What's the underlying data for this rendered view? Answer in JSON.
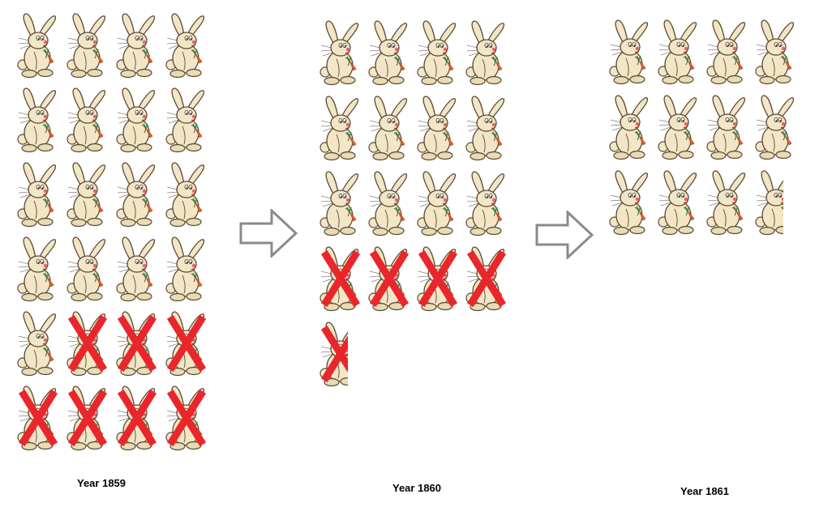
{
  "years": [
    {
      "label": "Year 1859",
      "total": 24,
      "crossed": 7,
      "partial_last": false
    },
    {
      "label": "Year 1860",
      "total": 17,
      "crossed": 5,
      "partial_last": true
    },
    {
      "label": "Year 1861",
      "total": 12,
      "crossed": 0,
      "partial_last": true
    }
  ],
  "colors": {
    "rabbit_fill": "#f2e6c6",
    "rabbit_outline": "#5a4a35",
    "cross": "#e8262c",
    "carrot": "#e8652a",
    "arrow": "#8a8a8a"
  },
  "icons": {
    "rabbit": "rabbit-icon",
    "cross": "cross-mark-icon",
    "arrow": "arrow-right-icon"
  }
}
